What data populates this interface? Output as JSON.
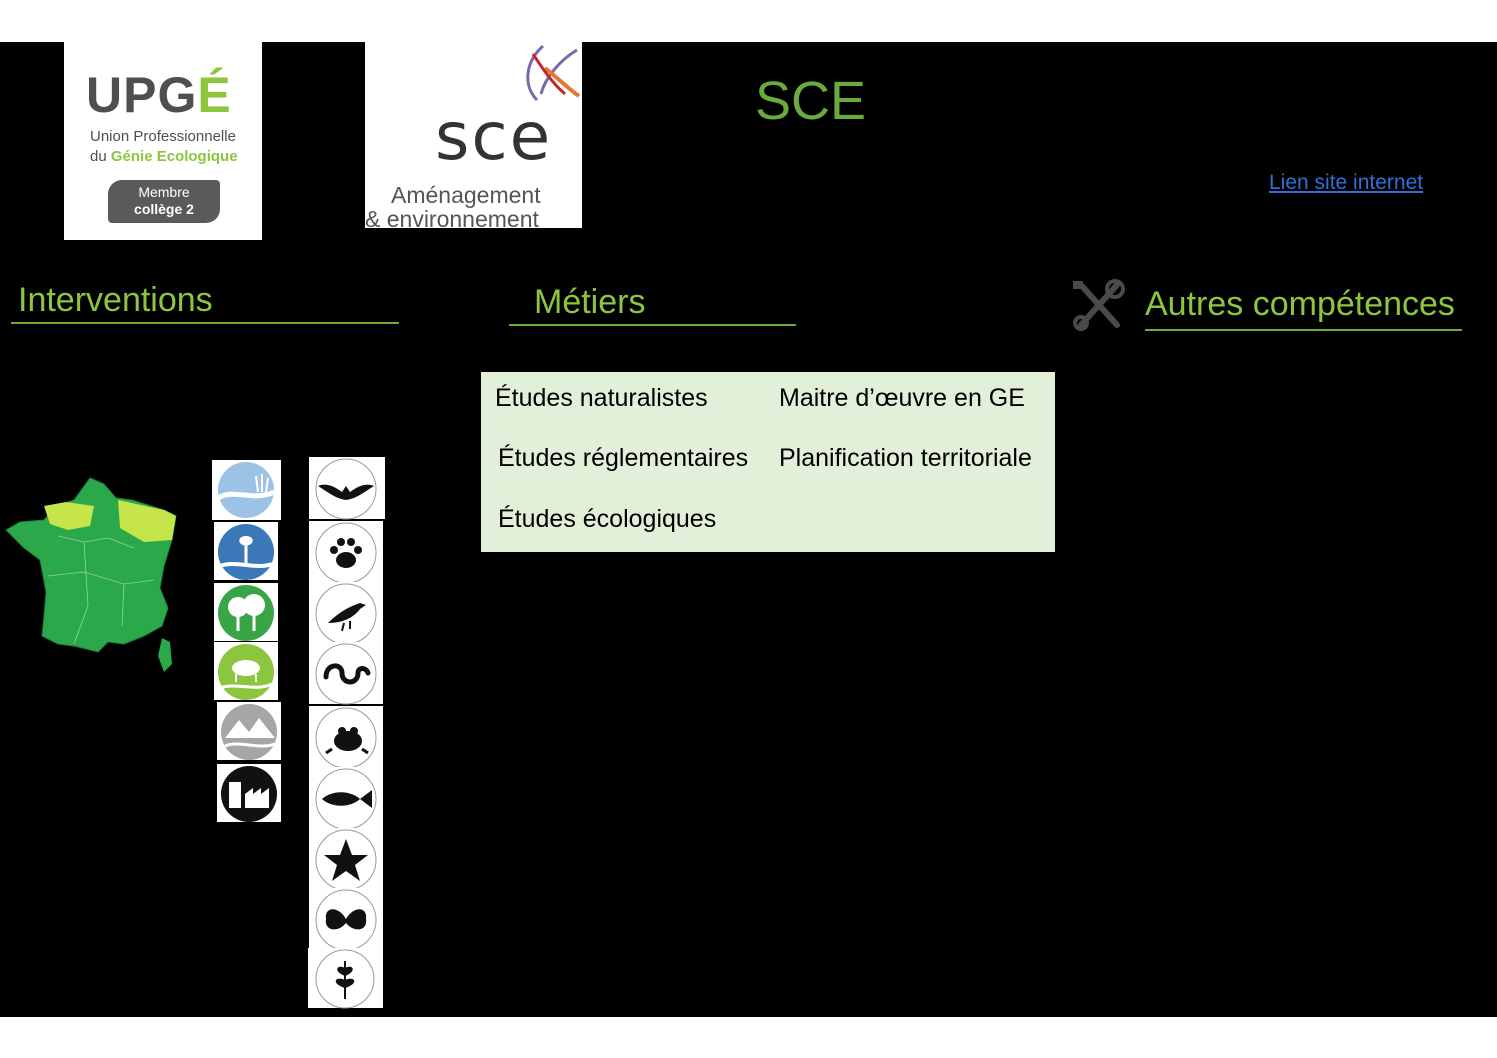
{
  "upge_logo": {
    "wordmark_part1": "UPG",
    "wordmark_part2": "É",
    "line1": "Union Professionnelle",
    "line2_prefix": "du ",
    "line2_green": "Génie Ecologique",
    "badge_line1": "Membre",
    "badge_line2": "collège 2"
  },
  "sce_logo": {
    "wordmark": "sce",
    "subtitle1": "Aménagement",
    "subtitle2": "& environnement"
  },
  "company_name": "SCE",
  "website_link": "Lien site internet",
  "sections": {
    "interventions": "Interventions",
    "metiers": "Métiers",
    "autres": "Autres compétences"
  },
  "metiers": [
    "Études naturalistes",
    "Maitre d’œuvre en GE",
    "Études réglementaires",
    "Planification territoriale",
    "Études écologiques"
  ],
  "colors": {
    "accent_green": "#8cc63f",
    "title_green": "#6aab3c",
    "link_blue": "#2f6fd6",
    "metiers_bg": "#e2efd9"
  },
  "habitat_icons": [
    "wetland-icon",
    "coastal-icon",
    "forest-icon",
    "grassland-icon",
    "mountain-icon",
    "urban-industrial-icon"
  ],
  "taxa_icons": [
    "bat-icon",
    "paw-icon",
    "bird-icon",
    "snake-icon",
    "frog-icon",
    "fish-icon",
    "starfish-icon",
    "butterfly-icon",
    "plant-icon"
  ]
}
